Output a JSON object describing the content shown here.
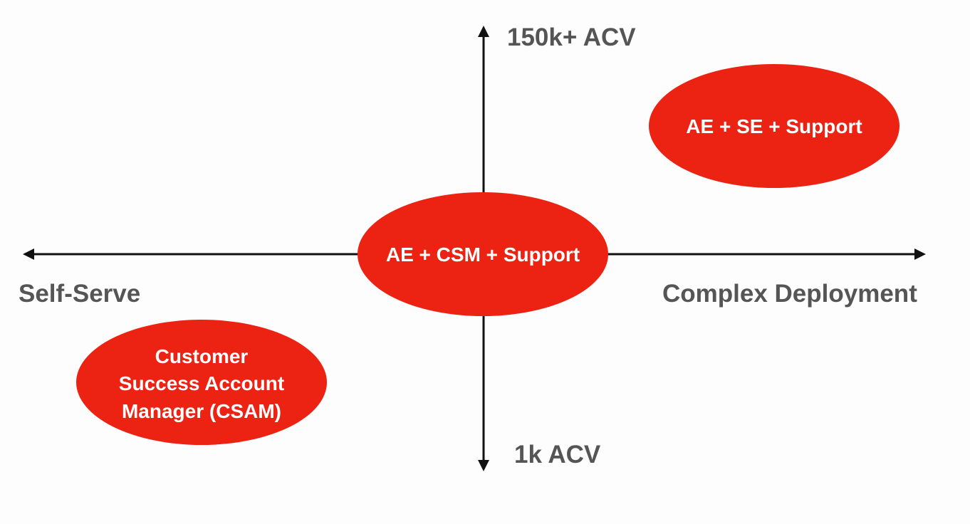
{
  "axes": {
    "top_label": "150k+ ACV",
    "bottom_label": "1k ACV",
    "left_label": "Self-Serve",
    "right_label": "Complex Deployment"
  },
  "bubbles": {
    "center": {
      "lines": [
        "AE + CSM + Support"
      ]
    },
    "top_right": {
      "lines": [
        "AE + SE + Support"
      ]
    },
    "bottom_left": {
      "lines": [
        "Customer",
        "Success Account",
        "Manager (CSAM)"
      ]
    }
  },
  "colors": {
    "bubble_fill": "#ec2213",
    "bubble_text": "#ffffff",
    "axis_line": "#111111",
    "axis_label": "#555555",
    "background": "#fdfdfd"
  }
}
